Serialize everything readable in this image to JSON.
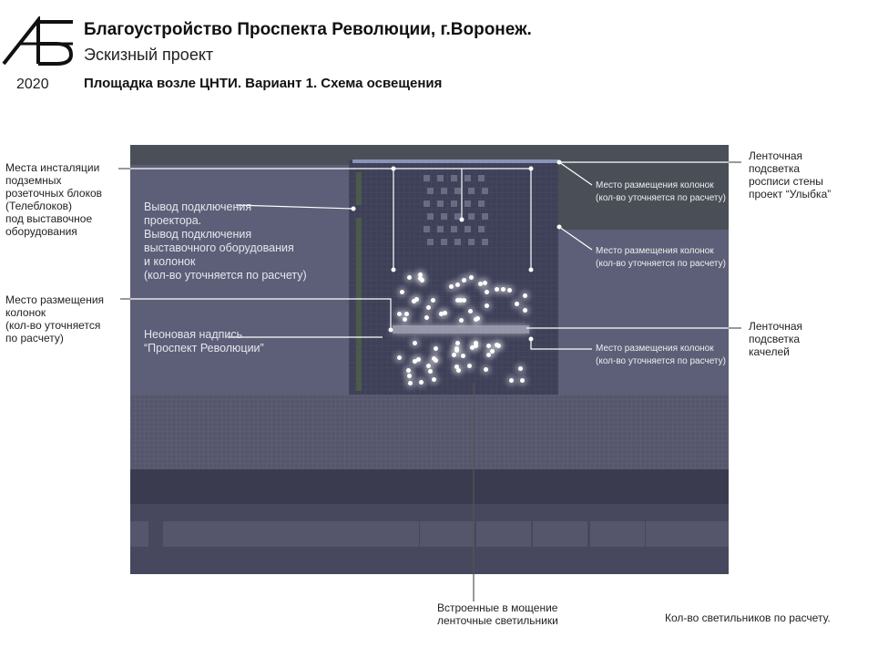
{
  "header": {
    "logo": "АБ",
    "title": "Благоустройство Проспекта Революции, г.Воронеж.",
    "subtitle": "Эскизный проект",
    "year": "2020",
    "sheet_title": "Площадка возле ЦНТИ. Вариант 1. Схема освещения"
  },
  "labels": {
    "left_sockets": "Места инсталяции\nподземных\nрозеточных блоков\n(Телеблоков)\nпод выставочное\nоборудования",
    "left_speakers": "Место размещения\nколонок\n(кол-во уточняется\nпо расчету)",
    "projector": "Вывод подключения\nпроектора.\nВывод подключения\nвыставочного оборудования\nи колонок\n(кол-во уточняется по расчету)",
    "neon": "Неоновая надпись\n“Проспект Революции”",
    "right_wall": "Ленточная\nподсветка\nросписи стены\nпроект “Улыбка”",
    "right_swings": "Ленточная\nподсветка\nкачелей",
    "speakers_1": "Место размещения колонок\n(кол-во уточняется по расчету)",
    "speakers_2": "Место размещения колонок\n(кол-во уточняется по расчету)",
    "speakers_3": "Место размещения колонок\n(кол-во уточняется по расчету)",
    "bottom_strip": "Встроенные в мощение\nленточные светильники",
    "footer_note": "Кол-во светильников по расчету."
  },
  "colors": {
    "building": "#5d5f78",
    "plaza": "#3e4058",
    "road": "#47485e"
  }
}
